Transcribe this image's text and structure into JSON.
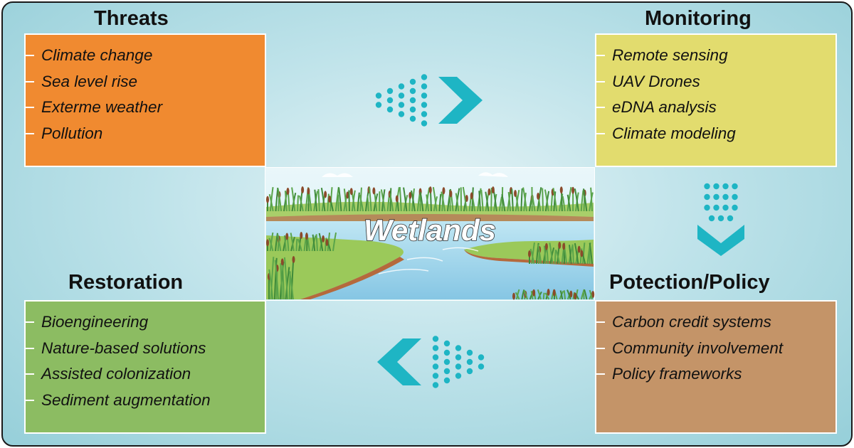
{
  "center": {
    "title": "Wetlands"
  },
  "threats": {
    "heading": "Threats",
    "items": [
      "Climate change",
      "Sea level rise",
      "Exterme weather",
      "Pollution"
    ],
    "color": "#f08a30"
  },
  "monitoring": {
    "heading": "Monitoring",
    "items": [
      "Remote sensing",
      "UAV Drones",
      "eDNA analysis",
      "Climate modeling"
    ],
    "color": "#e2dc6e"
  },
  "restoration": {
    "heading": "Restoration",
    "items": [
      "Bioengineering",
      "Nature-based solutions",
      "Assisted colonization",
      "Sediment augmentation"
    ],
    "color": "#8cbc62"
  },
  "policy": {
    "heading": "Potection/Policy",
    "items": [
      "Carbon credit systems",
      "Community involvement",
      "Policy frameworks"
    ],
    "color": "#c49468"
  },
  "colors": {
    "arrow": "#1eb5c4",
    "background": "#bfe3ea",
    "water": "#9fd4ea"
  },
  "arrows": [
    {
      "from": "threats",
      "to": "monitoring",
      "direction": "right"
    },
    {
      "from": "monitoring",
      "to": "policy",
      "direction": "down"
    },
    {
      "from": "policy",
      "to": "restoration",
      "direction": "left"
    }
  ]
}
